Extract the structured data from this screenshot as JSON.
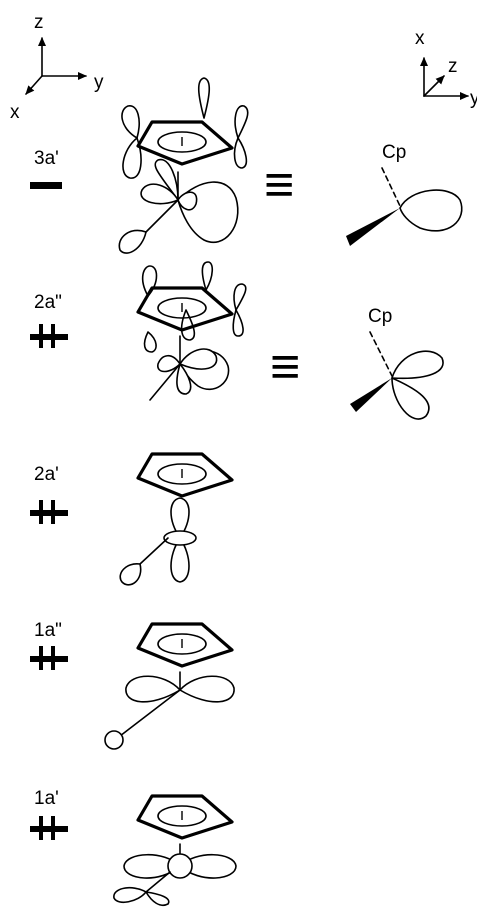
{
  "axes_left": {
    "x": "x",
    "y": "y",
    "z": "z"
  },
  "axes_right": {
    "x": "x",
    "y": "y",
    "z": "z"
  },
  "orbitals": [
    {
      "label": "3a'",
      "occupancy": "empty"
    },
    {
      "label": "2a\"",
      "occupancy": "filled"
    },
    {
      "label": "2a'",
      "occupancy": "filled"
    },
    {
      "label": "1a\"",
      "occupancy": "filled"
    },
    {
      "label": "1a'",
      "occupancy": "filled"
    }
  ],
  "equiv_symbol": "≡",
  "side_views": [
    {
      "label": "Cp"
    },
    {
      "label": "Cp"
    }
  ]
}
